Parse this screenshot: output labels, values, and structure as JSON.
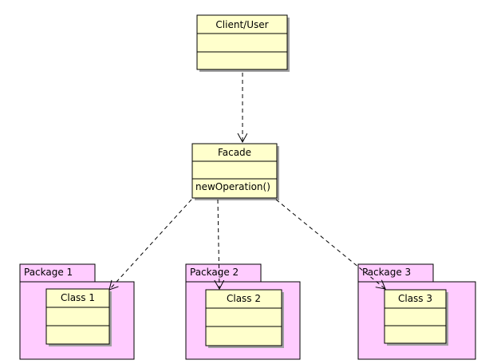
{
  "diagram": {
    "type": "uml-class-diagram",
    "colors": {
      "class_fill": "#FFFFCC",
      "package_fill": "#FFCCFF",
      "stroke": "#000000",
      "shadow": "#A0A0A0"
    },
    "classes": {
      "client": {
        "name": "Client/User",
        "operations": []
      },
      "facade": {
        "name": "Facade",
        "operations": [
          "newOperation()"
        ]
      }
    },
    "packages": [
      {
        "id": "p1",
        "label": "Package 1",
        "class_name": "Class 1"
      },
      {
        "id": "p2",
        "label": "Package 2",
        "class_name": "Class 2"
      },
      {
        "id": "p3",
        "label": "Package 3",
        "class_name": "Class 3"
      }
    ],
    "dependencies": [
      {
        "from": "Client/User",
        "to": "Facade",
        "style": "dashed-open-arrow"
      },
      {
        "from": "Facade",
        "to": "Class 1",
        "style": "dashed-open-arrow"
      },
      {
        "from": "Facade",
        "to": "Class 2",
        "style": "dashed-open-arrow"
      },
      {
        "from": "Facade",
        "to": "Class 3",
        "style": "dashed-open-arrow"
      }
    ]
  }
}
